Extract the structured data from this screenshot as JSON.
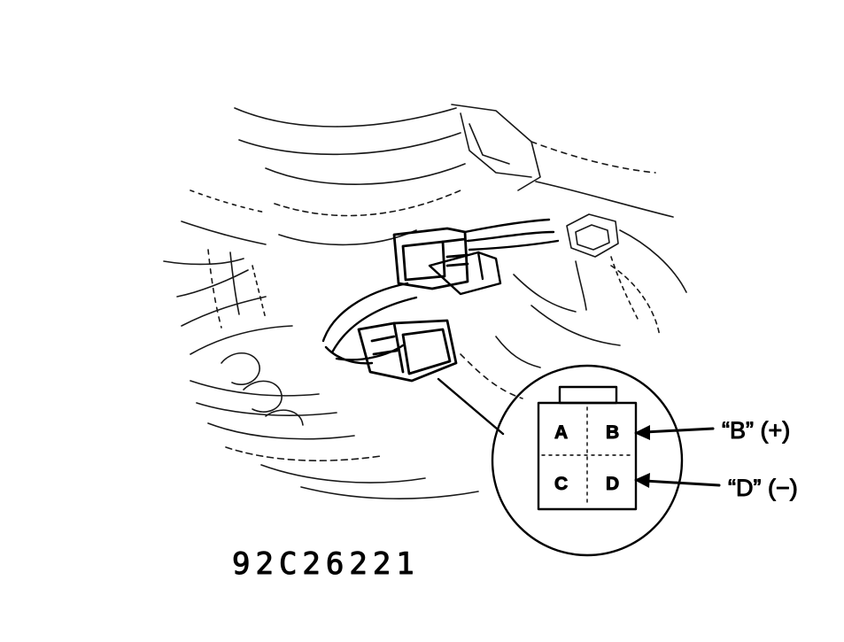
{
  "figure_code": "92C26221",
  "connector": {
    "pins": [
      "A",
      "B",
      "C",
      "D"
    ]
  },
  "callouts": [
    {
      "label": "“B” (+)",
      "pin": "B"
    },
    {
      "label": "“D” (−)",
      "pin": "D"
    }
  ],
  "colors": {
    "ink": "#000000",
    "paper": "#ffffff"
  }
}
